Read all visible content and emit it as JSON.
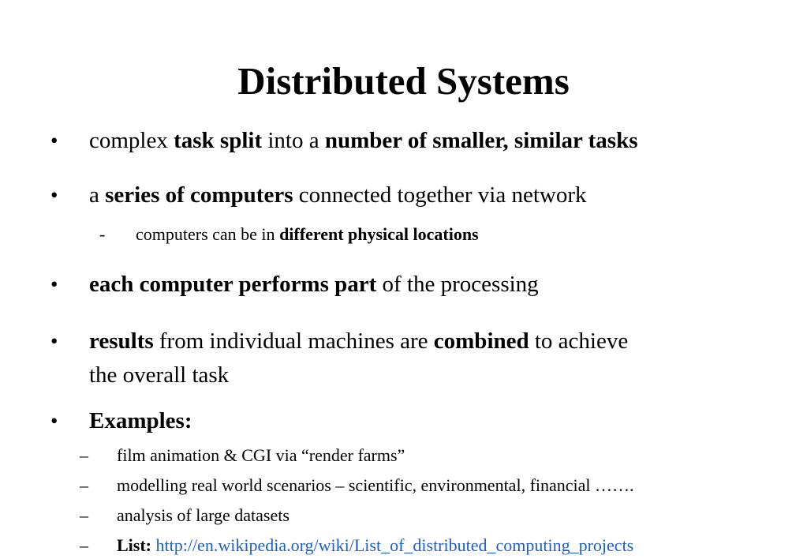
{
  "slide": {
    "title": "Distributed Systems",
    "bullet_glyph": "•",
    "dash_glyph": "-",
    "endash_glyph": "–",
    "b1": {
      "t1": "complex ",
      "b1": "task split",
      "t2": " into a ",
      "b2": "number of smaller, similar tasks"
    },
    "b2": {
      "t1": "a ",
      "b1": "series of computers",
      "t2": " connected together via network"
    },
    "b2_sub": {
      "t1": "computers can be in ",
      "b1": "different physical locations"
    },
    "b3": {
      "b1": "each computer performs part",
      "t1": " of the processing"
    },
    "b4": {
      "b1": "results",
      "t1": " from individual machines are ",
      "b2": "combined",
      "t2": " to achieve",
      "line2": "the overall task"
    },
    "b5": {
      "b1": "Examples:"
    },
    "examples": {
      "e1": "film animation & CGI via “render farms”",
      "e2": "modelling real world scenarios – scientific, environmental, financial …….",
      "e3": "analysis of large datasets",
      "e4_label": "List:",
      "e4_link": "http://en.wikipedia.org/wiki/List_of_distributed_computing_projects"
    },
    "colors": {
      "text": "#000000",
      "link": "#1f5fbf",
      "background": "#ffffff"
    }
  }
}
